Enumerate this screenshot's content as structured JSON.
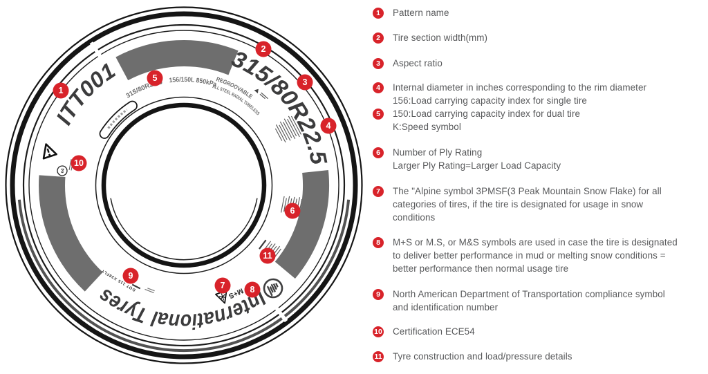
{
  "tire": {
    "pattern_name": "ITT001",
    "size_marking": "315/80R22.5",
    "size_marking_small": "315/80R22.5",
    "service_description": "156/150L 850kPa",
    "regroovable_label": "REGROOVABLE",
    "construction_label": "ALL STEEL RADIAL TUBELESS",
    "brand_name": "International Tyres",
    "mud_snow_label": "M+S",
    "dot_code": "DOT 115 X38FLY",
    "emark_label": "e4",
    "marker_labels": [
      "1",
      "2",
      "3",
      "4",
      "5",
      "6",
      "7",
      "8",
      "9",
      "10",
      "11"
    ]
  },
  "legend": {
    "accent_color": "#d8232a",
    "text_color": "#57585a",
    "items": [
      {
        "num": "1",
        "lines": [
          "Pattern name"
        ]
      },
      {
        "num": "2",
        "lines": [
          "Tire section width(mm)"
        ]
      },
      {
        "num": "3",
        "lines": [
          "Aspect ratio"
        ]
      },
      {
        "num": "4",
        "lines": [
          "Internal diameter in inches corresponding to the rim diameter",
          "156:Load carrying capacity index for single tire"
        ]
      },
      {
        "num": "5",
        "lines": [
          "150:Load carrying capacity index for dual tire",
          "K:Speed symbol"
        ]
      },
      {
        "num": "6",
        "lines": [
          "Number of Ply Rating",
          "Larger Ply Rating=Larger Load Capacity"
        ]
      },
      {
        "num": "7",
        "lines": [
          "The \"Alpine symbol 3PMSF(3 Peak Mountain Snow Flake) for all",
          "categories of tires, if the tire is designated for usage in snow",
          "conditions"
        ]
      },
      {
        "num": "8",
        "lines": [
          "M+S or M.S, or M&S symbols are used in case the tire is designated",
          "to deliver better performance in mud or melting snow conditions =",
          "better performance then normal usage tire"
        ]
      },
      {
        "num": "9",
        "lines": [
          "North American Department of Transportation compliance symbol",
          "and identification number"
        ]
      },
      {
        "num": "10",
        "lines": [
          "Certification ECE54"
        ]
      },
      {
        "num": "11",
        "lines": [
          "Tyre construction and load/pressure details"
        ]
      }
    ]
  }
}
